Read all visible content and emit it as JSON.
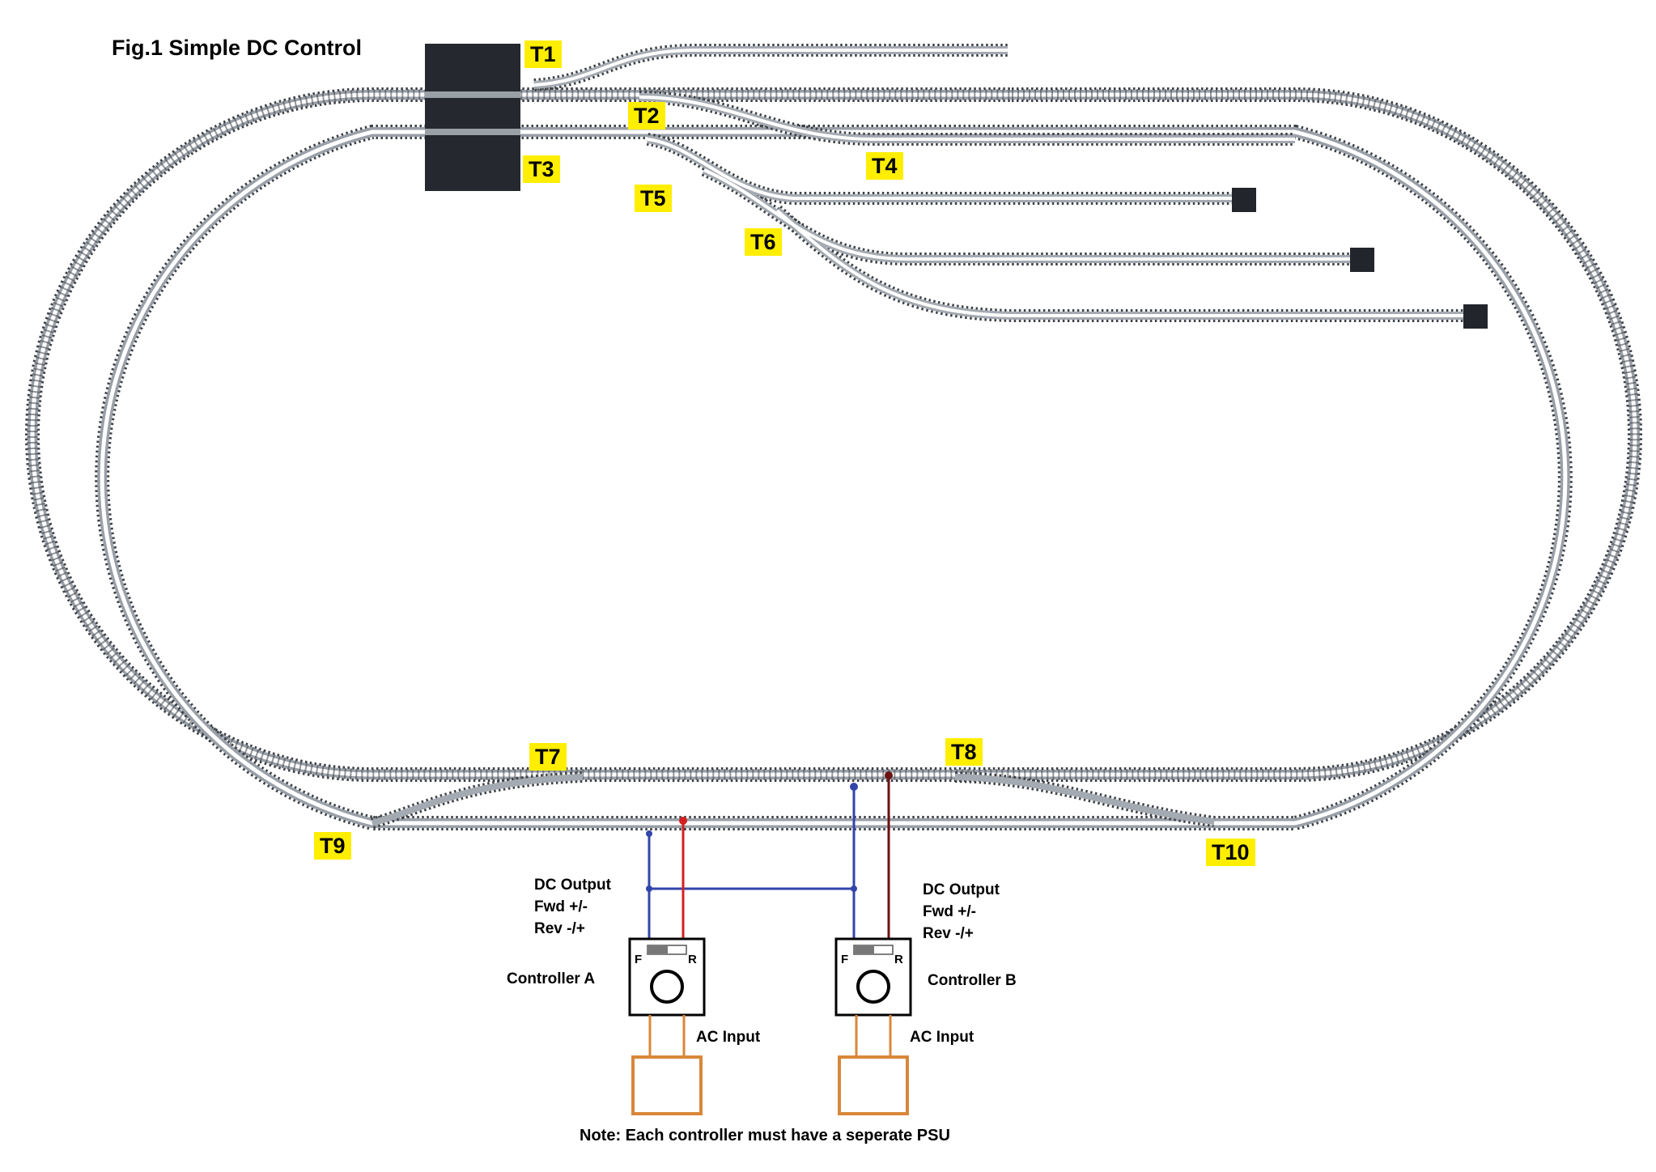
{
  "title": "Fig.1 Simple DC Control",
  "turnouts": [
    "T1",
    "T2",
    "T3",
    "T4",
    "T5",
    "T6",
    "T7",
    "T8",
    "T9",
    "T10"
  ],
  "controller_a": {
    "name": "Controller A",
    "output_title": "DC Output",
    "fwd": "Fwd +/-",
    "rev": "Rev -/+",
    "forward_mark": "F",
    "reverse_mark": "R",
    "input": "AC Input"
  },
  "controller_b": {
    "name": "Controller B",
    "output_title": "DC Output",
    "fwd": "Fwd +/-",
    "rev": "Rev -/+",
    "forward_mark": "F",
    "reverse_mark": "R",
    "input": "AC Input"
  },
  "note": "Note: Each controller must have a seperate PSU",
  "colors": {
    "rail": "#8e939a",
    "sleeper": "#3d4147",
    "platform": "#22252b",
    "label_bg": "#ffee00",
    "wire_common": "#3344aa",
    "wire_a": "#d42020",
    "wire_b": "#6b1212",
    "psu": "#d9873a"
  }
}
